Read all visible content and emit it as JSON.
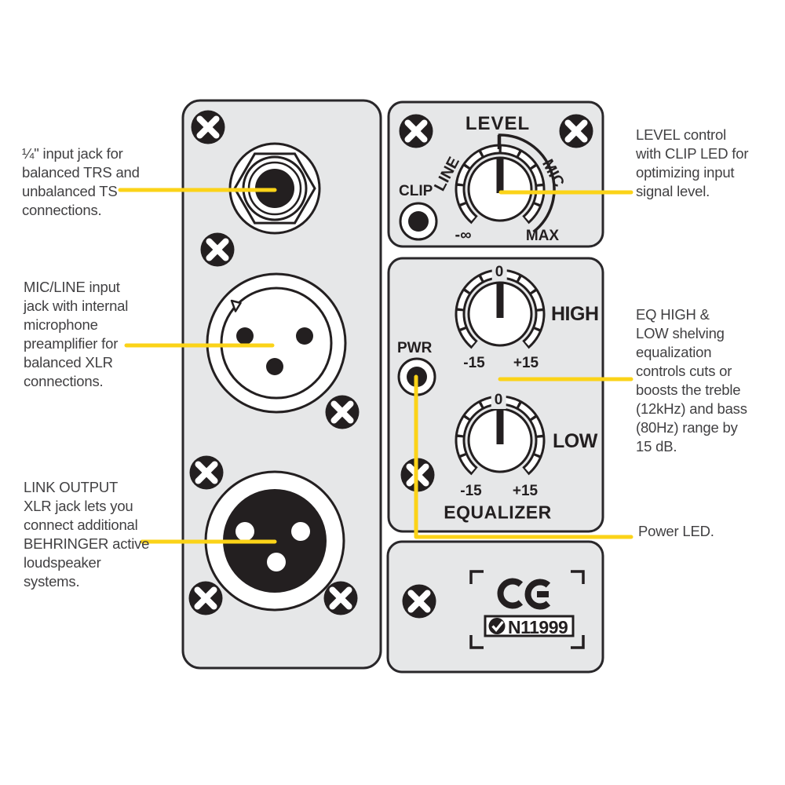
{
  "title": "Active loudspeaker rear panel diagram",
  "colors": {
    "accent_yellow": "#FBD318",
    "panel_fill": "#E6E7E8",
    "outline": "#231F20",
    "text": "#414042"
  },
  "annotations": {
    "trs": {
      "lines": [
        "¼\" input jack for",
        "balanced TRS and",
        "unbalanced TS",
        "connections."
      ]
    },
    "mic_line": {
      "lines": [
        "MIC/LINE input",
        "jack with internal",
        "microphone",
        "preamplifier for",
        "balanced XLR",
        "connections."
      ]
    },
    "link_output": {
      "lines": [
        "LINK OUTPUT",
        "XLR jack lets you",
        "connect additional",
        "BEHRINGER active",
        "loudspeaker",
        "systems."
      ]
    },
    "level": {
      "lines": [
        "LEVEL control",
        "with CLIP LED for",
        "optimizing input",
        "signal level."
      ]
    },
    "eq": {
      "lines": [
        "EQ HIGH &",
        "LOW shelving",
        "equalization",
        "controls cuts or",
        "boosts the treble",
        "(12kHz) and bass",
        "(80Hz) range by",
        "15 dB."
      ]
    },
    "power": {
      "lines": [
        "Power LED."
      ]
    }
  },
  "level_panel": {
    "title": "LEVEL",
    "clip_label": "CLIP",
    "line_label": "LINE",
    "mic_label": "MIC",
    "min_label": "-∞",
    "max_label": "MAX"
  },
  "eq_panel": {
    "pwr_label": "PWR",
    "high": {
      "zero": "0",
      "minus": "-15",
      "plus": "+15",
      "label": "HIGH"
    },
    "low": {
      "zero": "0",
      "minus": "-15",
      "plus": "+15",
      "label": "LOW"
    },
    "equalizer_label": "EQUALIZER"
  },
  "ce_panel": {
    "ce_mark": "CE",
    "approval_number": "N11999"
  }
}
